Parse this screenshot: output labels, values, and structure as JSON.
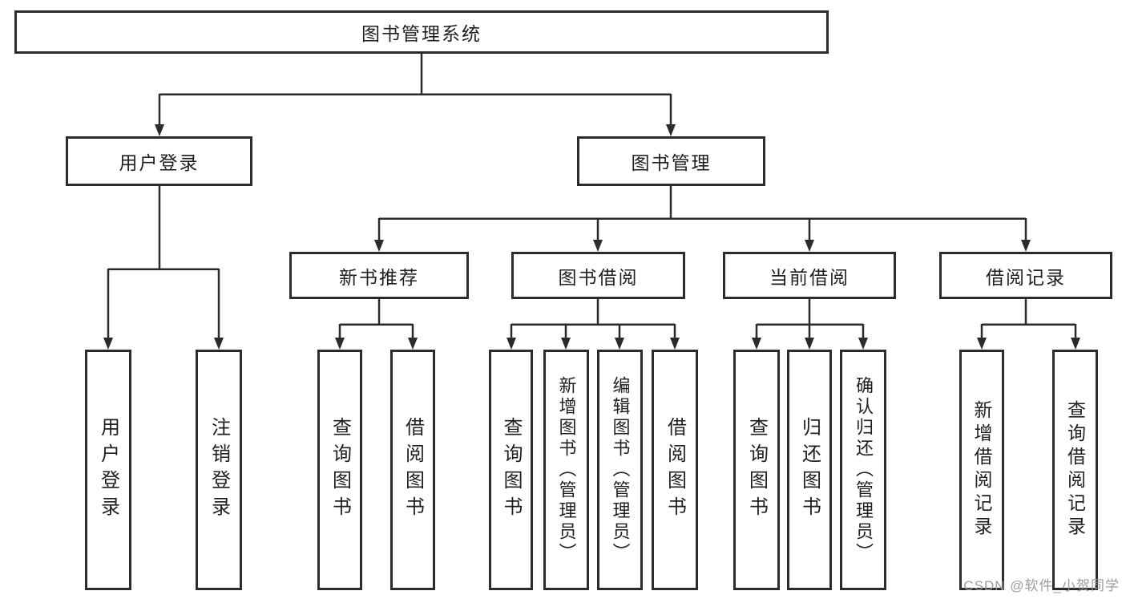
{
  "tree": {
    "root": {
      "label": "图书管理系统",
      "children": [
        {
          "label": "用户登录",
          "children": [
            {
              "label": "用户登录"
            },
            {
              "label": "注销登录"
            }
          ]
        },
        {
          "label": "图书管理",
          "children": [
            {
              "label": "新书推荐",
              "children": [
                {
                  "label": "查询图书"
                },
                {
                  "label": "借阅图书"
                }
              ]
            },
            {
              "label": "图书借阅",
              "children": [
                {
                  "label": "查询图书"
                },
                {
                  "label": "新增图书（管理员）"
                },
                {
                  "label": "编辑图书（管理员）"
                },
                {
                  "label": "借阅图书"
                }
              ]
            },
            {
              "label": "当前借阅",
              "children": [
                {
                  "label": "查询图书"
                },
                {
                  "label": "归还图书"
                },
                {
                  "label": "确认归还（管理员）"
                }
              ]
            },
            {
              "label": "借阅记录",
              "children": [
                {
                  "label": "新增借阅记录"
                },
                {
                  "label": "查询借阅记录"
                }
              ]
            }
          ]
        }
      ]
    }
  },
  "watermark": {
    "text": "CSDN @软件_小贺同学"
  },
  "colors": {
    "line": "#2b2b2b",
    "box_border": "#2b2b2b",
    "box_fill": "#ffffff",
    "text": "#1f1f1f",
    "watermark": "#9498a0"
  }
}
